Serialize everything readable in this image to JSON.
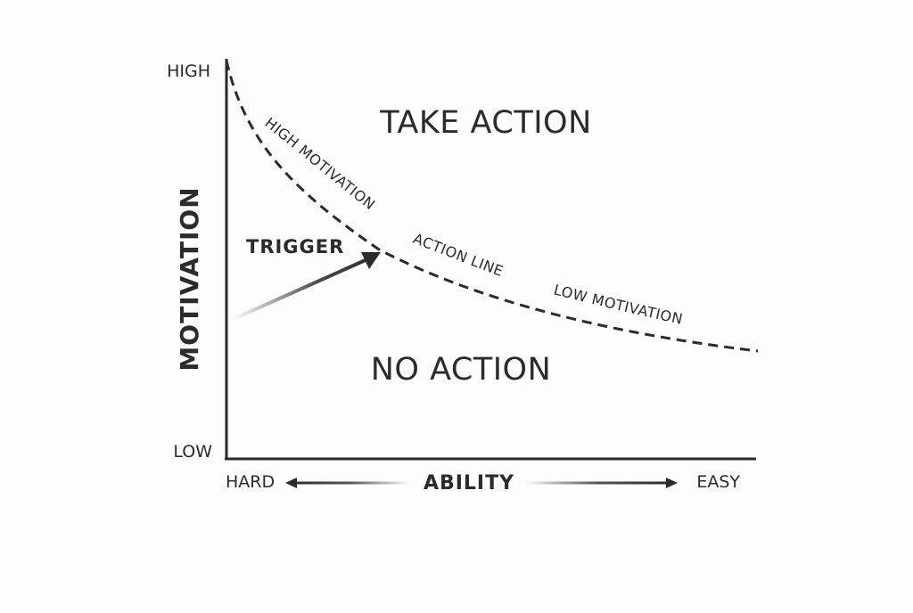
{
  "y_axis": {
    "title": "MOTIVATION",
    "high_label": "HIGH",
    "low_label": "LOW"
  },
  "x_axis": {
    "title": "ABILITY",
    "left_label": "HARD",
    "right_label": "EASY"
  },
  "regions": {
    "above": "TAKE ACTION",
    "below": "NO ACTION"
  },
  "curve": {
    "labels": {
      "high": "HIGH MOTIVATION",
      "middle": "ACTION LINE",
      "low": "LOW MOTIVATION"
    }
  },
  "trigger": {
    "label": "TRIGGER"
  },
  "colors": {
    "ink": "#2b2b2b",
    "background": "#fcfcfc"
  }
}
